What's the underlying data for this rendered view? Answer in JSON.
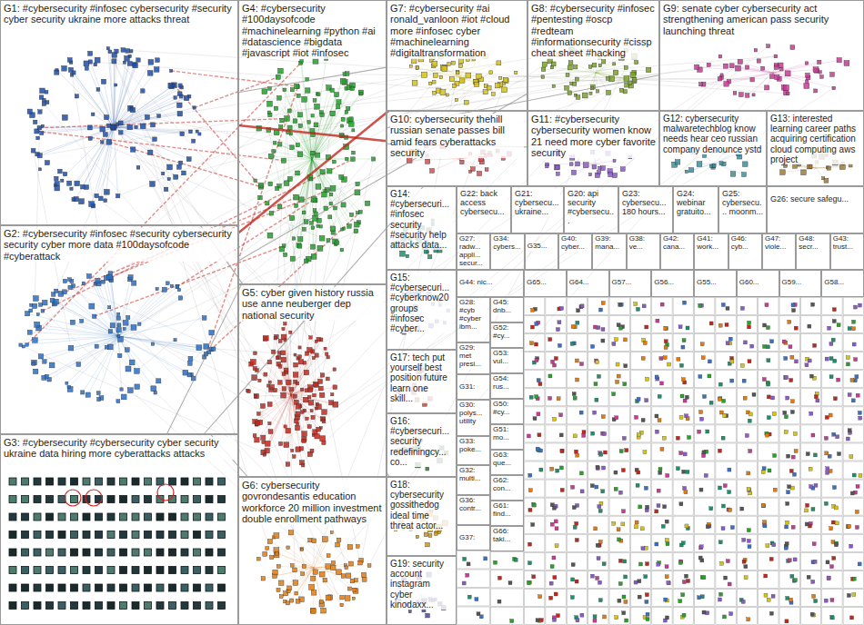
{
  "diagram": {
    "nodes": [
      {
        "text": [
          "G1: #cybersecurity #infosec cybersecurity #security cyber security ukraine more attacks threat"
        ]
      },
      {
        "text": [
          "G2: #cybersecurity #infosec #security cybersecurity security cyber more data #100daysofcode #cyberattack"
        ]
      },
      {
        "text": [
          "G3: #cybersecurity #cybersecurity cyber security ukraine data hiring more cyberattacks attacks"
        ]
      },
      {
        "text": [
          "G4: #cybersecurity #100daysofcode #machinelearning #python #ai #datascience #bigdata #javascript #iot #infosec"
        ]
      },
      {
        "text": [
          "G5: cyber given history russia use anne neuberger dep national security"
        ]
      },
      {
        "text": [
          "G6: cybersecurity govrondesantis education workforce 20 million investment double enrollment pathways"
        ]
      },
      {
        "text": [
          "G7: #cybersecurity #ai ronald_vanloon #iot #cloud more #infosec cyber #machinelearning #digitaltransformation"
        ]
      },
      {
        "text": [
          "G8: #cybersecurity #infosec #pentesting #oscp #redteam #informationsecurity #cissp cheat sheet #hacking"
        ]
      },
      {
        "text": [
          "G9: senate cyber cybersecurity act strengthening american pass security launching threat"
        ]
      },
      {
        "text": [
          "G10: cybersecurity thehill russian senate passes bill amid fears cyberattacks security"
        ]
      },
      {
        "text": [
          "G11: #cybersecurity cybersecurity women know 21 need more cyber favorite security"
        ]
      },
      {
        "text": [
          "G12: cybersecurity malwaretechblog know needs hear ceo russian company denounce ystd"
        ]
      },
      {
        "text": [
          "G13: interested learning career paths acquiring certification cloud computing aws project"
        ]
      },
      {
        "text": [
          "G14: #cybersecuri... #infosec security #security help attacks data..."
        ]
      },
      {
        "text": [
          "G22: back access cybersecu..."
        ]
      },
      {
        "text": [
          "G21: cybersecu... ukraine..."
        ]
      },
      {
        "text": [
          "G20: api security #cybersecu..."
        ]
      },
      {
        "text": [
          "G23: cybersecu... 180 hours..."
        ]
      },
      {
        "text": [
          "G24: webinar gratuito..."
        ]
      },
      {
        "text": [
          "G25: cybersecu... moonm..."
        ]
      },
      {
        "text": [
          "G26: secure safegu..."
        ]
      },
      {
        "text": [
          "G15: #cybersecuri... #cyberknow20 groups #infosec #cyber..."
        ]
      },
      {
        "text": [
          "G17: tech put yourself best position future learn one skill..."
        ]
      },
      {
        "text": [
          "G16: #cybersecuri... security redefiningcy... co..."
        ]
      },
      {
        "text": [
          "G18: cybersecurity gossithedog ideal time threat actor..."
        ]
      },
      {
        "text": [
          "G19: security account instagram cyber kinodaxx..."
        ]
      },
      {
        "text": [
          "G27: radw... appli... secur..."
        ]
      },
      {
        "text": [
          "G34: cybers..."
        ]
      },
      {
        "text": [
          "G35..."
        ]
      },
      {
        "text": [
          "G40: cyber..."
        ]
      },
      {
        "text": [
          "G39: mana..."
        ]
      },
      {
        "text": [
          "G38: ve..."
        ]
      },
      {
        "text": [
          "G42: cana..."
        ]
      },
      {
        "text": [
          "G41: work..."
        ]
      },
      {
        "text": [
          "G46: cyb..."
        ]
      },
      {
        "text": [
          "G47: viole..."
        ]
      },
      {
        "text": [
          "G48: secr..."
        ]
      },
      {
        "text": [
          "G43: trust..."
        ]
      },
      {
        "text": [
          "G44: nic..."
        ]
      },
      {
        "text": [
          "G65..."
        ]
      },
      {
        "text": [
          "G64..."
        ]
      },
      {
        "text": [
          "G57..."
        ]
      },
      {
        "text": [
          "G56..."
        ]
      },
      {
        "text": [
          "G55..."
        ]
      },
      {
        "text": [
          "G60..."
        ]
      },
      {
        "text": [
          "G59..."
        ]
      },
      {
        "text": [
          "G58..."
        ]
      },
      {
        "text": [
          "G28: #cyb #cyber ibm..."
        ]
      },
      {
        "text": [
          "G29: met presi..."
        ]
      },
      {
        "text": [
          "G31:"
        ]
      },
      {
        "text": [
          "G30: polys... utility"
        ]
      },
      {
        "text": [
          "G33: poke..."
        ]
      },
      {
        "text": [
          "G32: multi..."
        ]
      },
      {
        "text": [
          "G36: contr..."
        ]
      },
      {
        "text": [
          "G37:"
        ]
      },
      {
        "text": [
          "G45: dnb..."
        ]
      },
      {
        "text": [
          "G52: #cy..."
        ]
      },
      {
        "text": [
          "G53: vul..."
        ]
      },
      {
        "text": [
          "G54: rus..."
        ]
      },
      {
        "text": [
          "G50: #cy..."
        ]
      },
      {
        "text": [
          "G51: mo..."
        ]
      },
      {
        "text": [
          "G63: que..."
        ]
      },
      {
        "text": [
          "G62: con..."
        ]
      },
      {
        "text": [
          "G61: find..."
        ]
      },
      {
        "text": [
          "G66: taki..."
        ]
      }
    ],
    "edges": [
      {
        "from": 0,
        "to": 6,
        "arrow": "none"
      },
      {
        "from": 1,
        "to": 6,
        "arrow": "none"
      },
      {
        "from": 0,
        "to": 9,
        "arrow": "none"
      },
      {
        "from": 1,
        "to": 7,
        "arrow": "none"
      },
      {
        "from": 0,
        "to": 4,
        "arrow": "none"
      },
      {
        "from": 1,
        "to": 5,
        "arrow": "none"
      },
      {
        "from": 2,
        "to": 3,
        "arrow": "none"
      },
      {
        "from": 3,
        "to": 8,
        "arrow": "none"
      },
      {
        "from": 3,
        "to": 10,
        "arrow": "none"
      },
      {
        "from": 2,
        "to": 9,
        "arrow": "none"
      },
      {
        "from": 4,
        "to": 24,
        "arrow": "none"
      }
    ]
  }
}
